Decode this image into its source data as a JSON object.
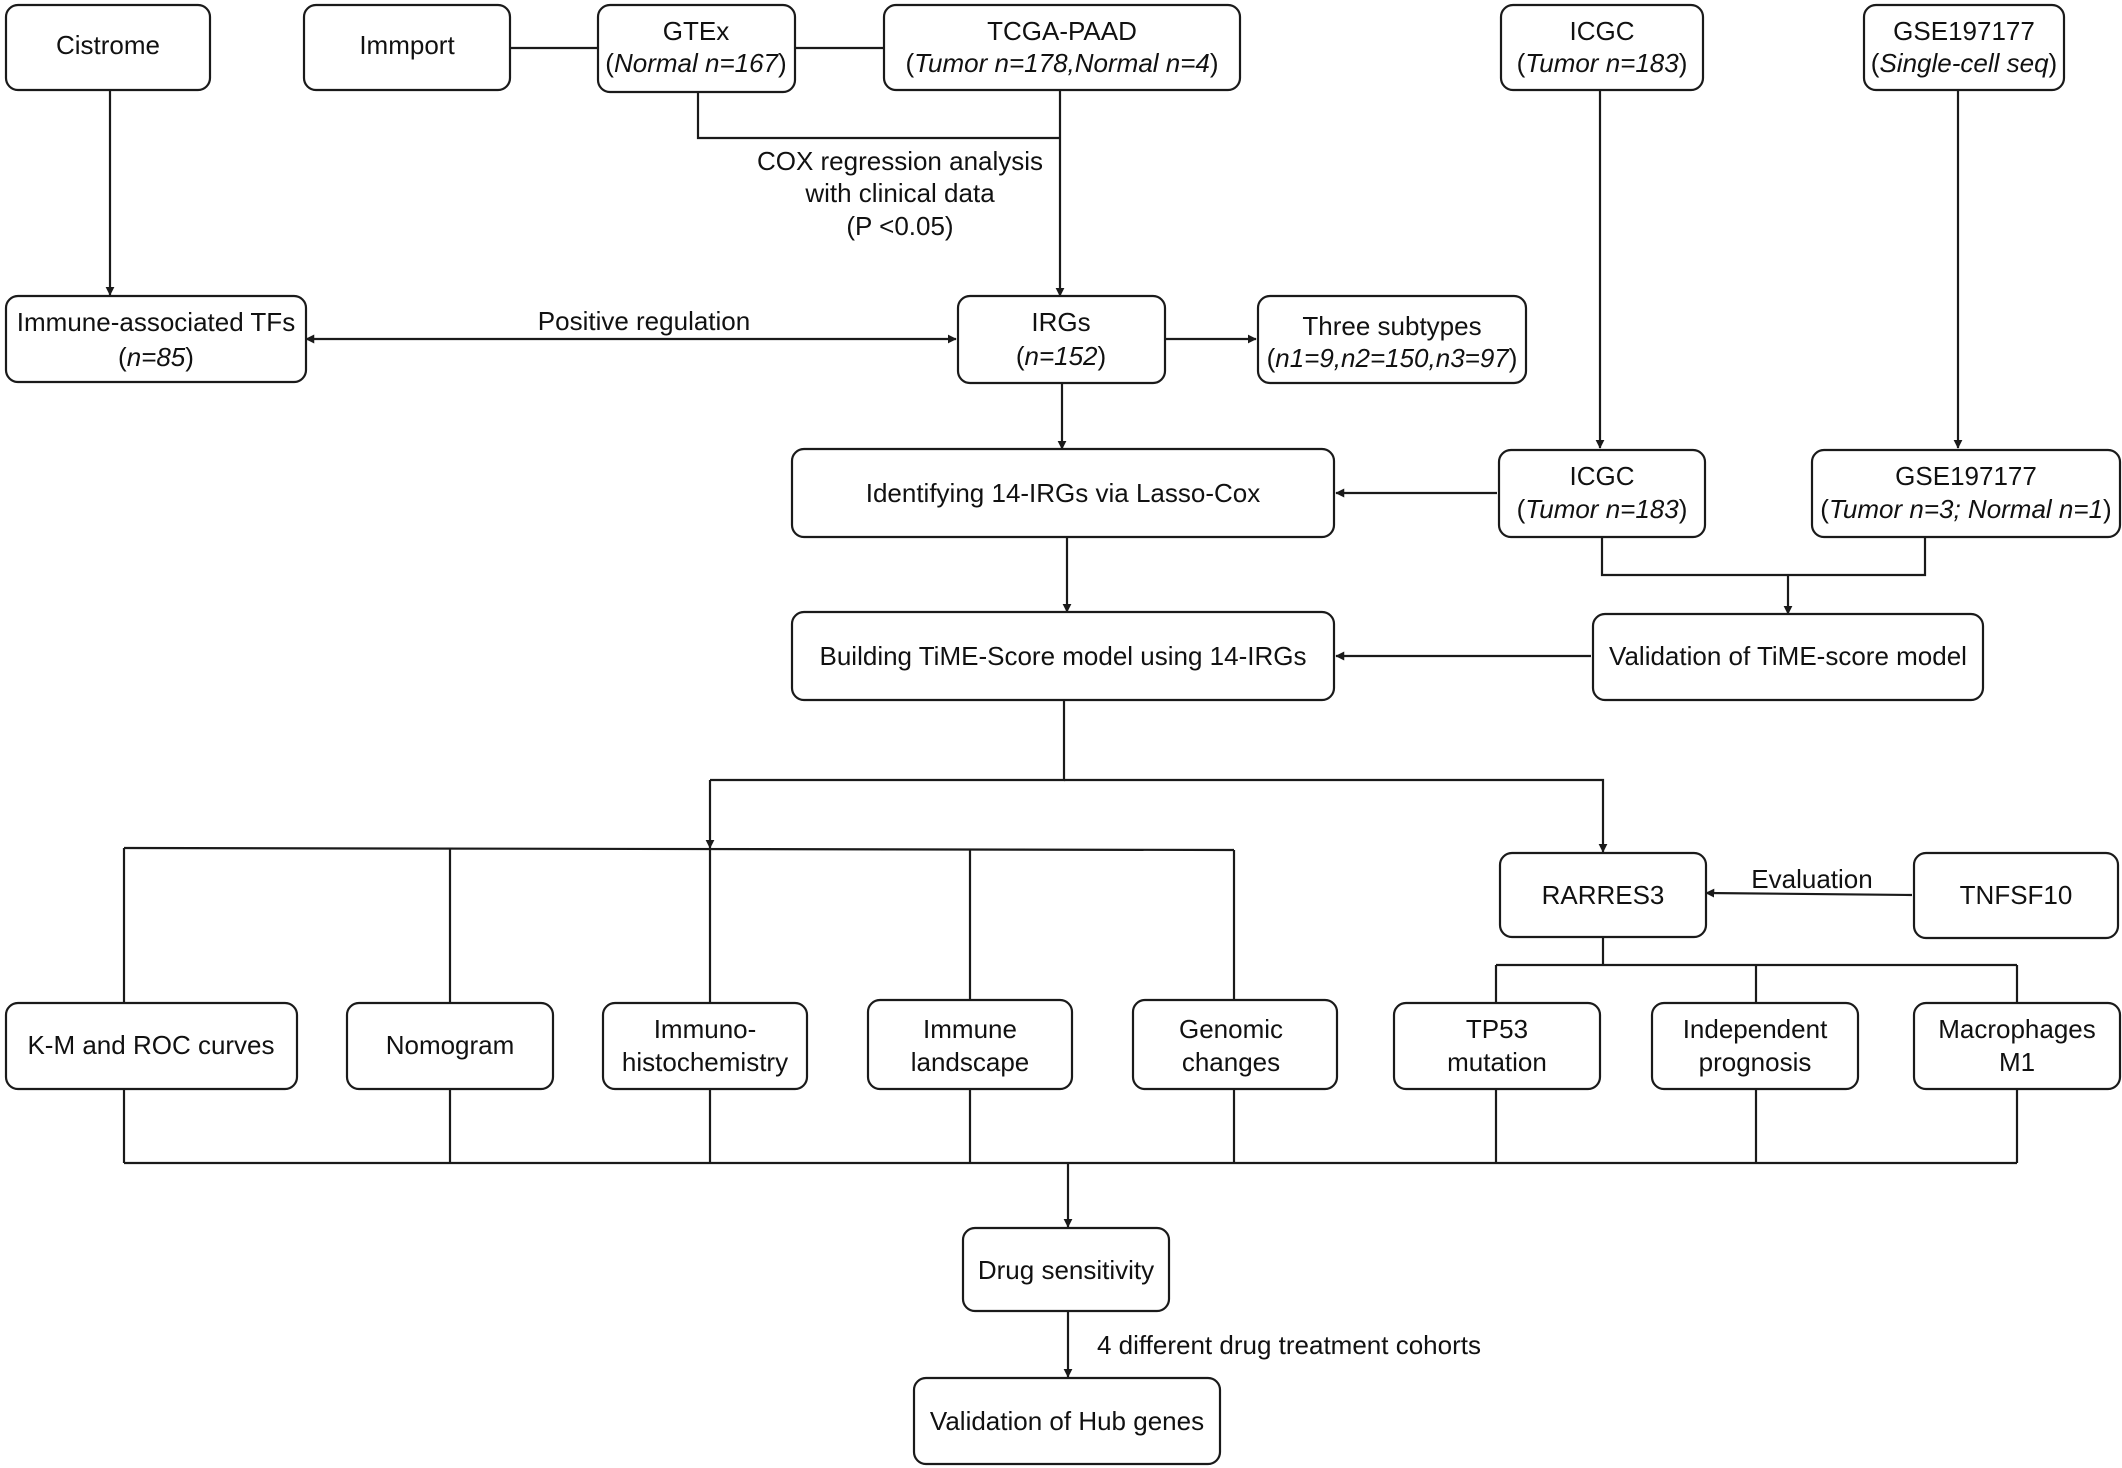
{
  "nodes": {
    "cistrome": {
      "label": "Cistrome"
    },
    "immport": {
      "label": "Immport"
    },
    "gtex": {
      "label": "GTEx",
      "sub": [
        "(",
        "Normal n=167",
        ")"
      ]
    },
    "tcga": {
      "label": "TCGA-PAAD",
      "sub": [
        "(",
        "Tumor n=178,Normal n=4",
        ")"
      ]
    },
    "icgc_top": {
      "label": "ICGC",
      "sub": [
        "(",
        "Tumor n=183",
        ")"
      ]
    },
    "gse_top": {
      "label": "GSE197177",
      "sub": [
        "(",
        "Single-cell seq",
        ")"
      ]
    },
    "tfs": {
      "label": "Immune-associated TFs",
      "sub": [
        "(",
        "n=85",
        ")"
      ]
    },
    "irgs": {
      "label": "IRGs",
      "sub": [
        "(",
        "n=152",
        ")"
      ]
    },
    "subtypes": {
      "label": "Three subtypes",
      "sub": [
        "(",
        "n1=9,n2=150,n3=97",
        ")"
      ]
    },
    "lasso": {
      "label": "Identifying 14-IRGs via Lasso-Cox"
    },
    "icgc_mid": {
      "label": "ICGC",
      "sub": [
        "(",
        "Tumor n=183",
        ")"
      ]
    },
    "gse_mid": {
      "label": "GSE197177",
      "sub": [
        "(",
        "Tumor n=3; Normal n=1",
        ")"
      ]
    },
    "building": {
      "label": "Building TiME-Score model using 14-IRGs"
    },
    "validation": {
      "label": "Validation of TiME-score model"
    },
    "rarres3": {
      "label": "RARRES3"
    },
    "tnfsf10": {
      "label": "TNFSF10"
    },
    "km": {
      "label": "K-M and ROC curves"
    },
    "nomogram": {
      "label": "Nomogram"
    },
    "ihc": {
      "lines": [
        "Immuno-",
        "histochemistry"
      ]
    },
    "landscape": {
      "lines": [
        "Immune",
        "landscape"
      ]
    },
    "genomic": {
      "lines": [
        "Genomic",
        "changes"
      ]
    },
    "tp53": {
      "lines": [
        "TP53",
        "mutation"
      ]
    },
    "indep": {
      "lines": [
        "Independent",
        "prognosis"
      ]
    },
    "macro": {
      "lines": [
        "Macrophages",
        "M1"
      ]
    },
    "drug": {
      "label": "Drug sensitivity"
    },
    "hub": {
      "label": "Validation of Hub genes"
    }
  },
  "edge_labels": {
    "cox": [
      "COX regression analysis",
      "with clinical data",
      "(P <0.05)"
    ],
    "positive": "Positive regulation",
    "evaluation": "Evaluation",
    "cohorts": "4 different drug treatment cohorts"
  }
}
